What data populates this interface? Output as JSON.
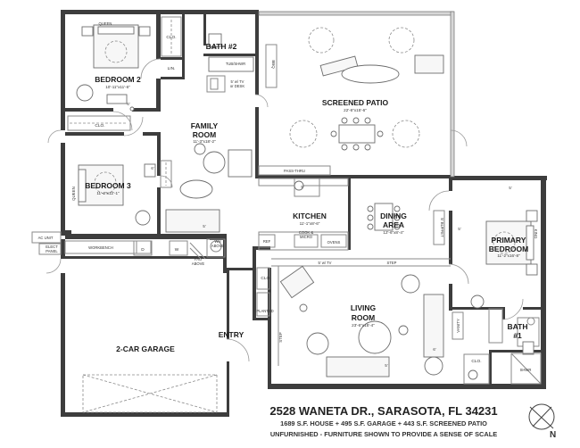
{
  "rooms": {
    "bedroom2": {
      "name": "BEDROOM 2",
      "dim": "10'-11\"x11'-6\""
    },
    "bedroom3": {
      "name": "BEDROOM 3",
      "dim": "11'-2\"x12'-1\""
    },
    "family_room": {
      "name1": "FAMILY",
      "name2": "ROOM",
      "dim": "11'-3\"x18'-2\""
    },
    "bath2": {
      "name": "BATH #2"
    },
    "screened_patio": {
      "name": "SCREENED PATIO",
      "dim": "22'-6\"x15'-6\""
    },
    "kitchen": {
      "name": "KITCHEN",
      "dim": "11'-1\"x8'-6\""
    },
    "dining": {
      "name1": "DINING",
      "name2": "AREA",
      "dim": "12'-6\"x8'-4\""
    },
    "primary_bedroom": {
      "name1": "PRIMARY",
      "name2": "BEDROOM",
      "dim": "11'-2\"x16'-8\""
    },
    "living_room": {
      "name1": "LIVING",
      "name2": "ROOM",
      "dim": "23'-6\"x15'-4\""
    },
    "bath1": {
      "name1": "BATH",
      "name2": "#1"
    },
    "garage": {
      "name": "2-CAR GARAGE"
    },
    "entry": {
      "name": "ENTRY"
    }
  },
  "labels": {
    "queen1": "QUEEN",
    "queen2": "QUEEN",
    "king": "KING",
    "clo_b2": "CLO.",
    "clo_hall": "CLO.",
    "lin": "LIN.",
    "clo_b3": "CLO.",
    "clo_entry": "CLO.",
    "clo_bath1": "CLO.",
    "tub": "TUB/SHWR",
    "tv_desk_1": "5' w/ TV",
    "tv_desk_2": "or DESK",
    "bbq": "BBQ",
    "pass_thru": "PASS-THRU",
    "ref": "REF",
    "cook1": "COOK &",
    "cook2": "MICRO",
    "ovens": "OVENS",
    "buffet": "5' BUFFET",
    "step1": "STEP",
    "step2": "STEP",
    "tv_living": "5' w/ TV",
    "planted": "PLANTED",
    "vanity": "VANITY",
    "shwr": "SHWR",
    "ac_unit": "AC UNIT",
    "elect_panel1": "ELECT",
    "elect_panel2": "PANEL",
    "workbench": "WORKBENCH",
    "d": "D",
    "w": "W",
    "wh1": "WH",
    "wh2": "ABOVE",
    "fau1": "FAU",
    "fau2": "ABOVE",
    "six_a": "6'",
    "six_b": "6'",
    "five_a": "5'",
    "five_b": "5'",
    "five_c": "5'",
    "six_c": "6'",
    "five_d": "5'",
    "five_e": "5'"
  },
  "title": {
    "address": "2528 WANETA DR., SARASOTA, FL 34231",
    "line2": "1689 S.F. HOUSE + 495 S.F. GARAGE + 443 S.F. SCREENED PATIO",
    "line3": "UNFURNISHED - FURNITURE SHOWN TO PROVIDE A SENSE OF SCALE"
  },
  "compass": {
    "label": "N"
  }
}
